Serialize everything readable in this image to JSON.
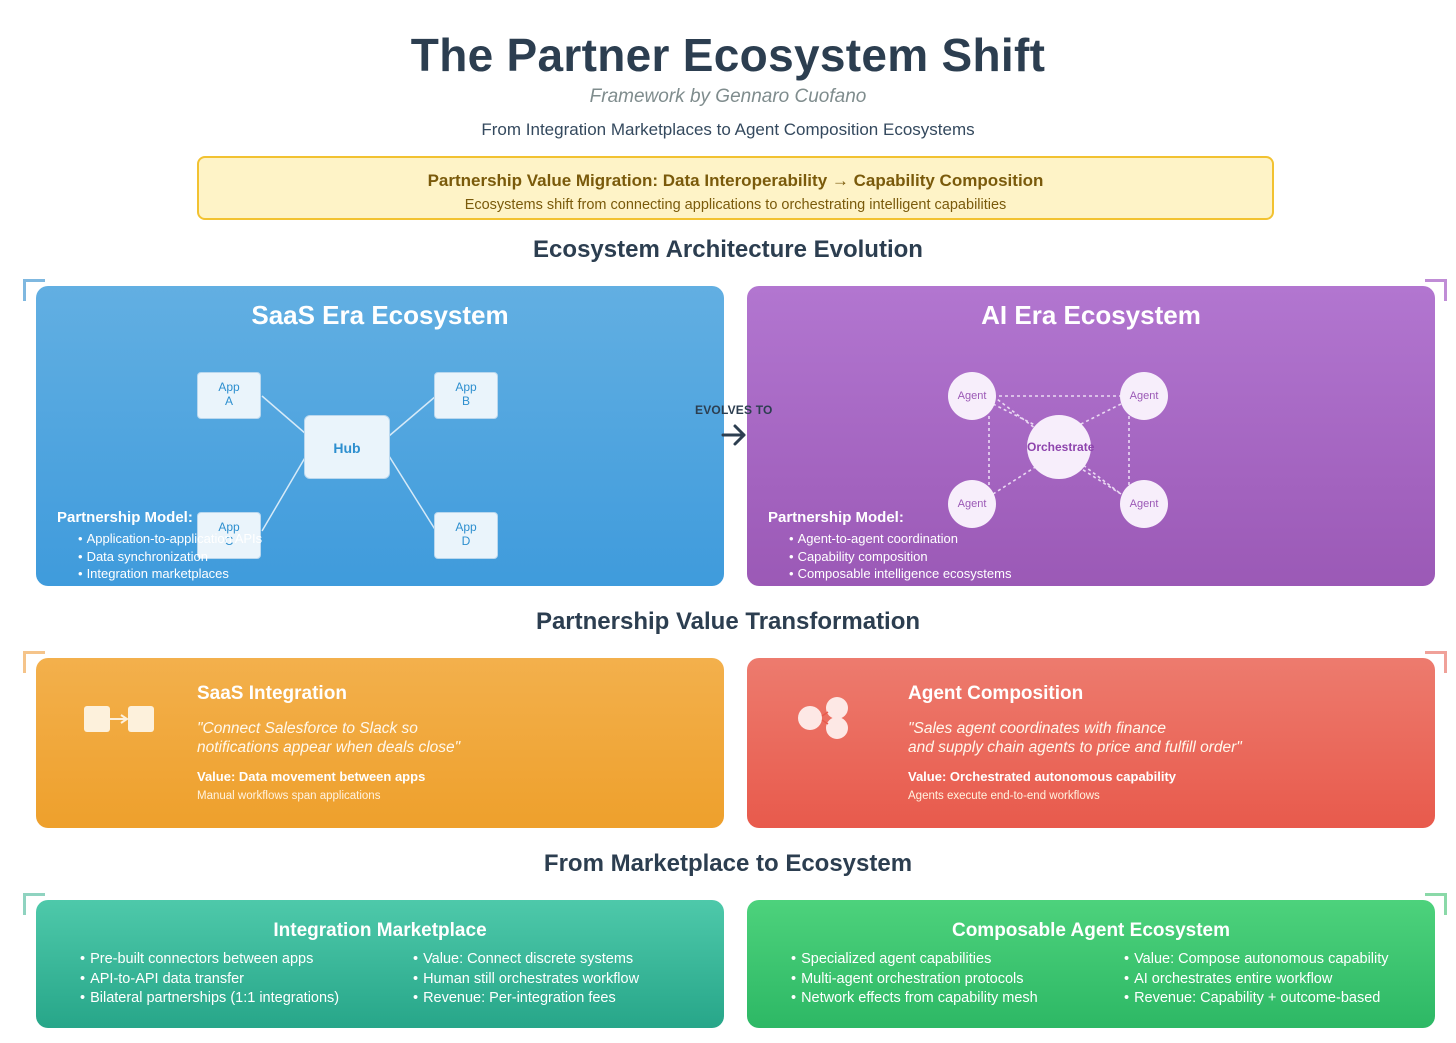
{
  "header": {
    "title": "The Partner Ecosystem Shift",
    "byline": "Framework by Gennaro Cuofano",
    "subtitle": "From Integration Marketplaces to Agent Composition Ecosystems"
  },
  "banner": {
    "heading": "Partnership Value Migration: Data Interoperability → Capability Composition",
    "text": "Ecosystems shift from connecting applications to orchestrating intelligent capabilities"
  },
  "sections": {
    "architecture": "Ecosystem Architecture Evolution",
    "value": "Partnership Value Transformation",
    "marketplace": "From Marketplace to Ecosystem"
  },
  "saas_era": {
    "title": "SaaS Era Ecosystem",
    "apps": [
      "App\nA",
      "App\nB",
      "App\nC",
      "App\nD"
    ],
    "hub": "Hub",
    "model_title": "Partnership Model:",
    "model_items": [
      "Application-to-application APIs",
      "Data synchronization",
      "Integration marketplaces"
    ]
  },
  "evolves_label": "EVOLVES TO",
  "ai_era": {
    "title": "AI Era Ecosystem",
    "agents": [
      "Agent",
      "Agent",
      "Agent",
      "Agent"
    ],
    "orchestrator": "Orchestrate",
    "model_title": "Partnership Model:",
    "model_items": [
      "Agent-to-agent coordination",
      "Capability composition",
      "Composable intelligence ecosystems"
    ]
  },
  "saas_integration": {
    "title": "SaaS Integration",
    "quote_line1": "\"Connect Salesforce to Slack so",
    "quote_line2": "notifications appear when deals close\"",
    "value": "Value: Data movement between apps",
    "note": "Manual workflows span applications"
  },
  "agent_composition": {
    "title": "Agent Composition",
    "quote_line1": "\"Sales agent coordinates with finance",
    "quote_line2": "and supply chain agents to price and fulfill order\"",
    "value": "Value: Orchestrated autonomous capability",
    "note": "Agents execute end-to-end workflows"
  },
  "integration_marketplace": {
    "title": "Integration Marketplace",
    "left": [
      "Pre-built connectors between apps",
      "API-to-API data transfer",
      "Bilateral partnerships (1:1 integrations)"
    ],
    "right": [
      "Value: Connect discrete systems",
      "Human still orchestrates workflow",
      "Revenue: Per-integration fees"
    ]
  },
  "composable_ecosystem": {
    "title": "Composable Agent Ecosystem",
    "left": [
      "Specialized agent capabilities",
      "Multi-agent orchestration protocols",
      "Network effects from capability mesh"
    ],
    "right": [
      "Value: Compose autonomous capability",
      "AI orchestrates entire workflow",
      "Revenue: Capability + outcome-based"
    ]
  },
  "colors": {
    "saas_blue": "#3f9bdc",
    "ai_purple": "#9b59b6",
    "amber": "#eea02c",
    "coral": "#e85a4c",
    "teal": "#27a689",
    "green": "#2db865"
  }
}
